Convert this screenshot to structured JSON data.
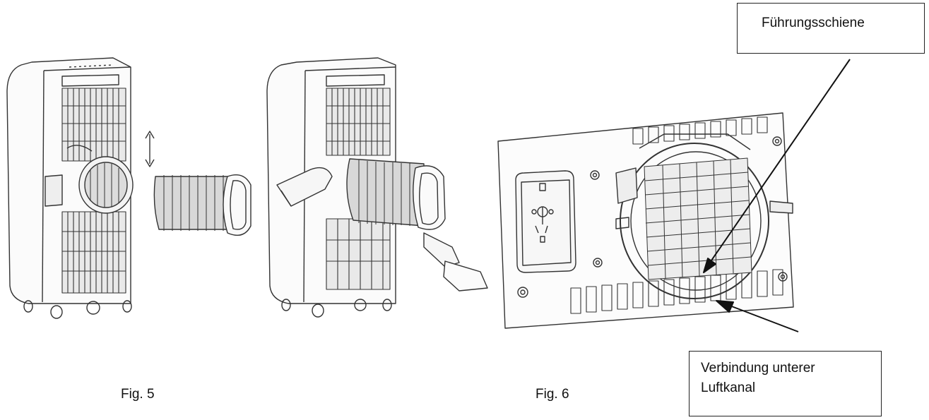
{
  "captions": {
    "fig5": "Fig. 5",
    "fig6": "Fig. 6"
  },
  "callouts": {
    "top": "Führungsschiene",
    "bottom_line1": "Verbindung unterer",
    "bottom_line2": "Luftkanal"
  }
}
